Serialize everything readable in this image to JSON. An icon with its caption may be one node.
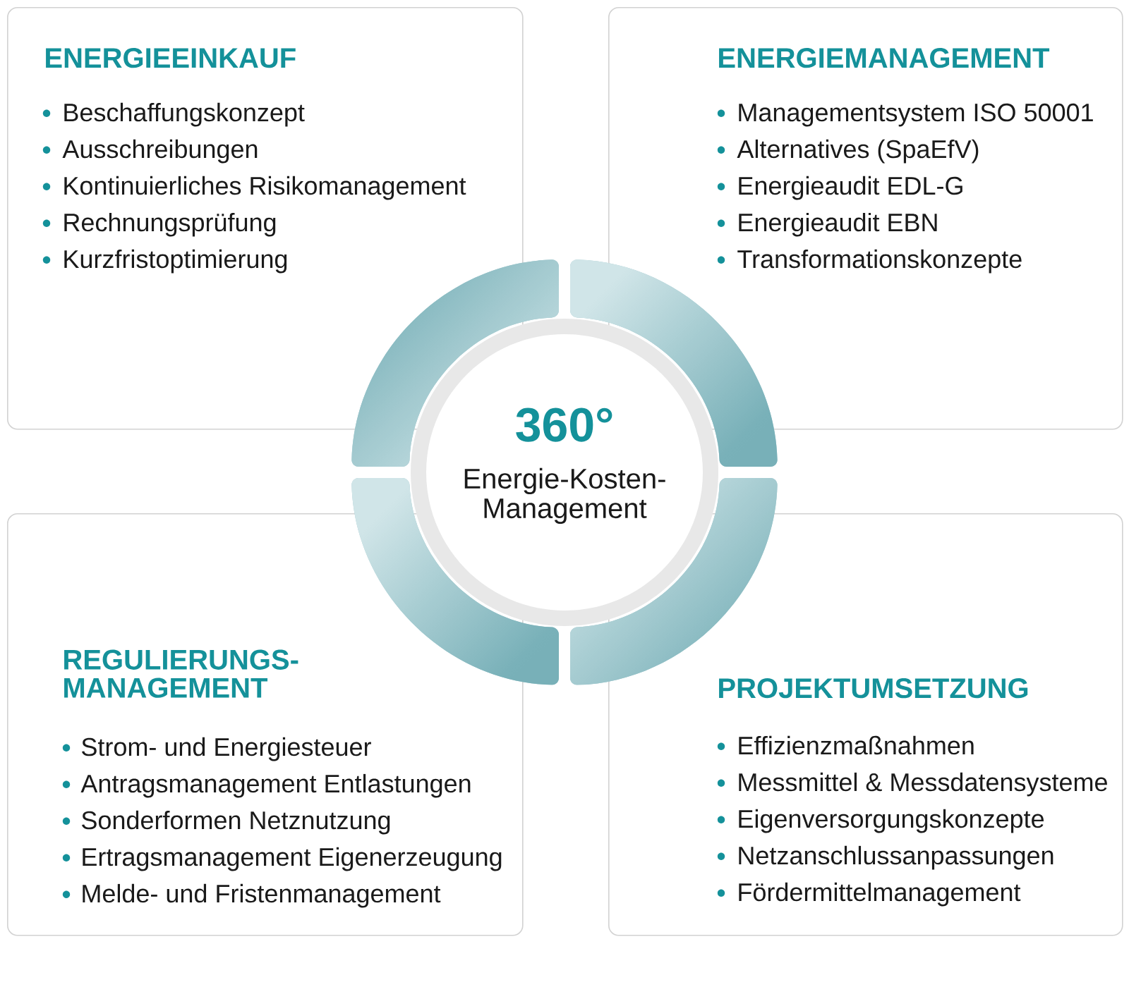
{
  "diagram": {
    "nodes": [
      {
        "text": [
          "ENERGIEEINKAUF",
          "Beschaffungskonzept",
          "Ausschreibungen",
          "Kontinuierliches Risikomanagement",
          "Rechnungsprüfung",
          "Kurzfristoptimierung"
        ]
      },
      {
        "text": [
          "ENERGIEMANAGEMENT",
          "Managementsystem ISO 50001",
          "Alternatives (SpaEfV)",
          "Energieaudit EDL-G",
          "Energieaudit EBN",
          "Transformationskonzepte"
        ]
      },
      {
        "text": [],
        "shape": "arc"
      },
      {
        "text": [],
        "shape": "arc"
      },
      {
        "text": [
          "360°",
          "Energie-Kosten- Management"
        ]
      },
      {
        "text": [],
        "shape": "arc"
      },
      {
        "text": [],
        "shape": "arc"
      },
      {
        "text": [
          "REGULIERUNGS- MANAGEMENT",
          "Strom- und Energiesteuer",
          "Antragsmanagement Entlastungen",
          "Sonderformen Netznutzung",
          "Ertragsmanagement Eigenerzeugung",
          "Melde- und Fristenmanagement"
        ]
      },
      {
        "text": [
          "PROJEKTUMSETZUNG",
          "Effizienzmaßnahmen",
          "Messmittel & Messdatensysteme",
          "Eigenversorgungskonzepte",
          "Netzanschlussanpassungen",
          "Fördermittelmanagement"
        ]
      }
    ]
  }
}
